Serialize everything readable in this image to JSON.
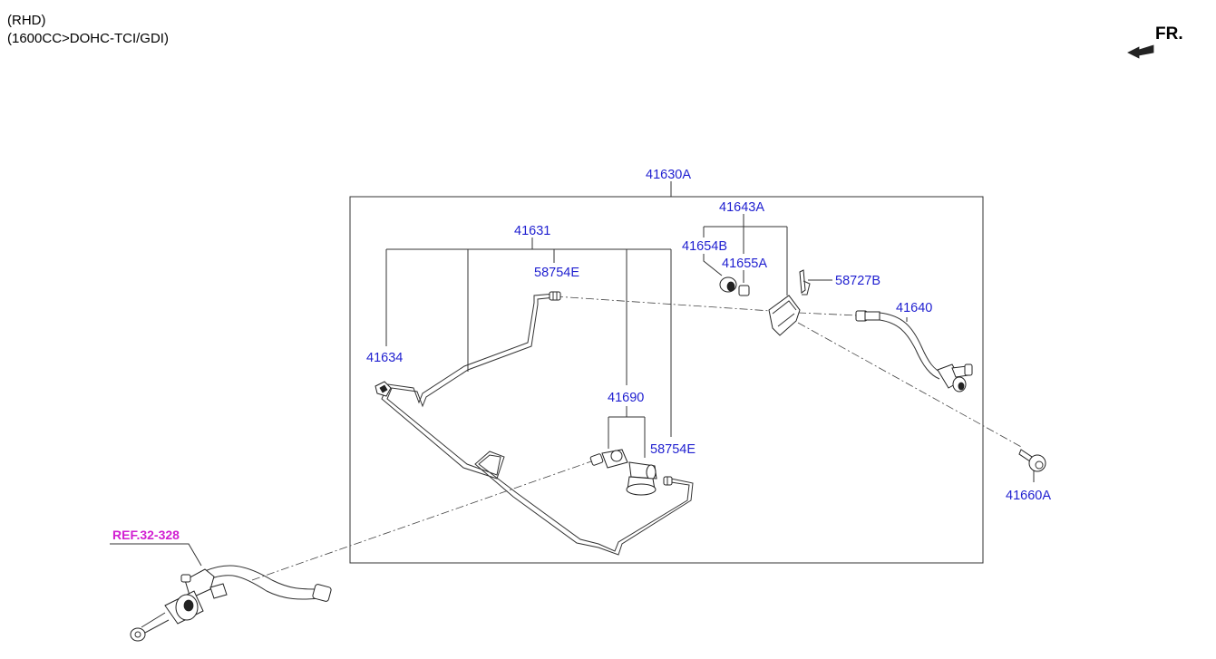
{
  "header": {
    "line1": "(RHD)",
    "line2": "(1600CC>DOHC-TCI/GDI)"
  },
  "direction": {
    "label": "FR.",
    "icon": "front-direction-arrow-icon"
  },
  "colors": {
    "part_label": "#1f1fd0",
    "reference_label": "#d11fd1",
    "line": "#333333"
  },
  "parts": {
    "p41630A": "41630A",
    "p41631": "41631",
    "p58754E_top": "58754E",
    "p41634": "41634",
    "p41690": "41690",
    "p58754E_bottom": "58754E",
    "p41643A": "41643A",
    "p41654B": "41654B",
    "p41655A": "41655A",
    "p58727B": "58727B",
    "p41640": "41640",
    "p41660A": "41660A"
  },
  "reference": {
    "label": "REF.32-328"
  }
}
